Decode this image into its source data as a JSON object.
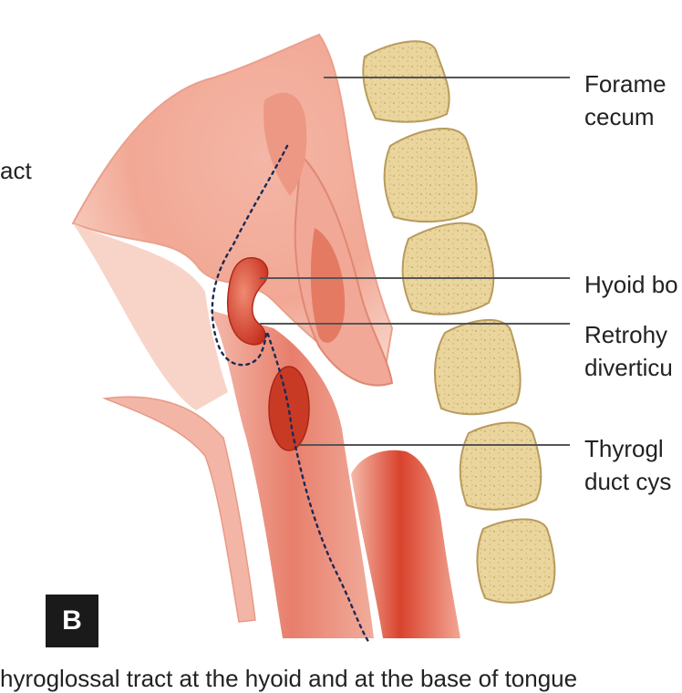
{
  "figure": {
    "panel_letter": "B",
    "left_cut_label": "act",
    "labels": {
      "foramen_cecum": [
        "Forame",
        "cecum"
      ],
      "hyoid_bone": [
        "Hyoid bo"
      ],
      "retrohyoid_diverticulum": [
        "Retrohy",
        "diverticu"
      ],
      "thyroglossal_duct_cyst": [
        "Thyrogl",
        "duct cys"
      ]
    },
    "caption": "hyroglossal tract at the hyoid and at the base of tongue"
  },
  "colors": {
    "tissue_light": "#f6c9bd",
    "tissue_mid": "#ee9a88",
    "tissue_dark": "#d9432d",
    "bone_fill": "#e9d49a",
    "bone_stroke": "#b89b5c",
    "leader_line": "#555555"
  }
}
